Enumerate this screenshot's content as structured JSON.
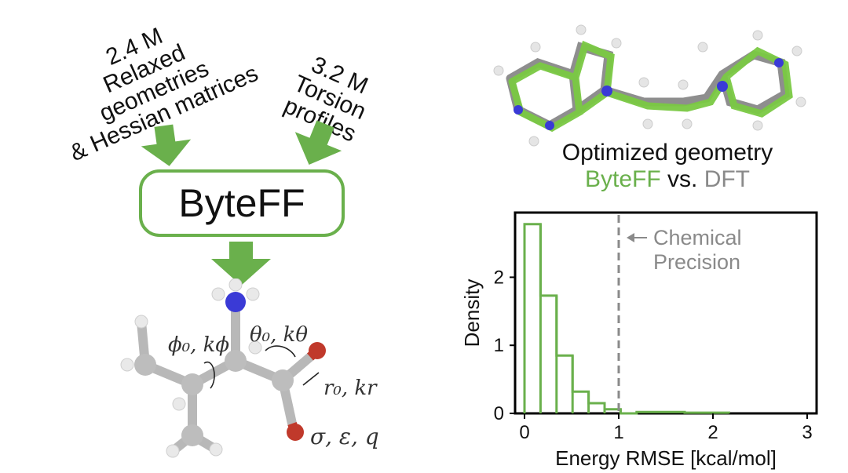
{
  "inputs": {
    "left": {
      "count": "2.4 M",
      "line1": "Relaxed geometries",
      "line2": "& Hessian matrices"
    },
    "right": {
      "count": "3.2 M",
      "line1": "Torsion",
      "line2": "profiles"
    }
  },
  "model": {
    "name": "ByteFF"
  },
  "molecule_labels": {
    "torsion": "ϕ₀, kϕ",
    "angle": "θ₀, kθ",
    "bond": "r₀, kr",
    "nonbonded": "σ, ε, q"
  },
  "geometry_panel": {
    "caption_line1": "Optimized geometry",
    "caption_byteff": "ByteFF",
    "caption_vs": " vs. ",
    "caption_dft": "DFT"
  },
  "colors": {
    "accent": "#6ab04c",
    "reference": "#8a8a8a",
    "nitrogen": "#3a3ad6",
    "oxygen": "#c0392b",
    "carbon": "#a9a9a9"
  },
  "chart_data": {
    "type": "histogram",
    "xlabel": "Energy RMSE [kcal/mol]",
    "ylabel": "Density",
    "xlim": [
      -0.1,
      3.1
    ],
    "ylim": [
      0,
      2.95
    ],
    "xticks": [
      0,
      1,
      2,
      3
    ],
    "yticks": [
      0,
      1,
      2
    ],
    "bins": [
      {
        "x0": 0.0,
        "x1": 0.17,
        "density": 2.78
      },
      {
        "x0": 0.17,
        "x1": 0.34,
        "density": 1.73
      },
      {
        "x0": 0.34,
        "x1": 0.51,
        "density": 0.85
      },
      {
        "x0": 0.51,
        "x1": 0.68,
        "density": 0.32
      },
      {
        "x0": 0.68,
        "x1": 0.85,
        "density": 0.15
      },
      {
        "x0": 0.85,
        "x1": 1.02,
        "density": 0.06
      },
      {
        "x0": 1.02,
        "x1": 1.19,
        "density": 0.0
      },
      {
        "x0": 1.19,
        "x1": 1.36,
        "density": 0.02
      },
      {
        "x0": 1.36,
        "x1": 1.53,
        "density": 0.02
      },
      {
        "x0": 1.53,
        "x1": 1.7,
        "density": 0.02
      },
      {
        "x0": 1.7,
        "x1": 1.87,
        "density": 0.01
      },
      {
        "x0": 1.87,
        "x1": 2.04,
        "density": 0.01
      },
      {
        "x0": 2.04,
        "x1": 2.17,
        "density": 0.01
      }
    ],
    "threshold": {
      "x": 1,
      "label_line1": "Chemical",
      "label_line2": "Precision"
    }
  }
}
